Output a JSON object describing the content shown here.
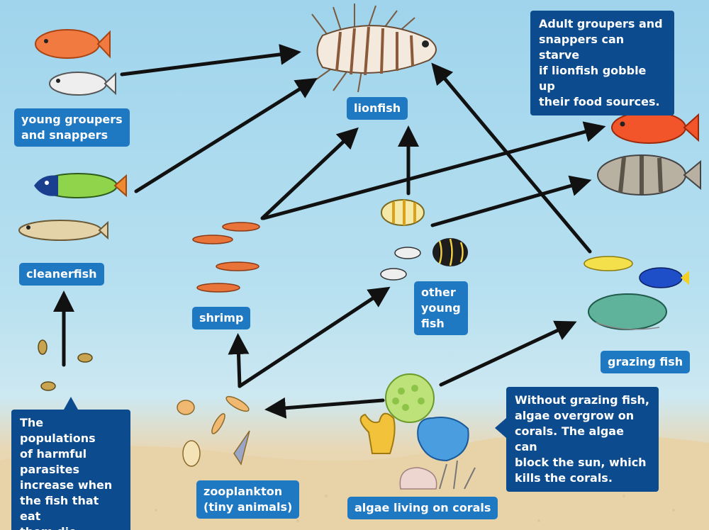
{
  "labels": {
    "lionfish": "lionfish",
    "young_groupers": "young groupers\nand snappers",
    "cleanerfish": "cleanerfish",
    "shrimp": "shrimp",
    "other_young_fish": "other\nyoung\nfish",
    "grazing_fish": "grazing fish",
    "zooplankton": "zooplankton\n(tiny animals)",
    "algae": "algae living on corals"
  },
  "callouts": {
    "groupers": "Adult groupers and\nsnappers can starve\nif lionfish gobble up\ntheir food sources.",
    "parasites": "The populations\nof harmful\nparasites\nincrease when\nthe fish that eat\nthem die.",
    "grazing": "Without grazing fish,\nalgae overgrow on\ncorals. The algae can\nblock the sun, which\nkills the corals."
  },
  "colors": {
    "label_bg": "#1f78c2",
    "callout_bg": "#0c4c8e",
    "arrow": "#111111",
    "water_top": "#9fd4ec",
    "sand": "#e6cfa5"
  }
}
